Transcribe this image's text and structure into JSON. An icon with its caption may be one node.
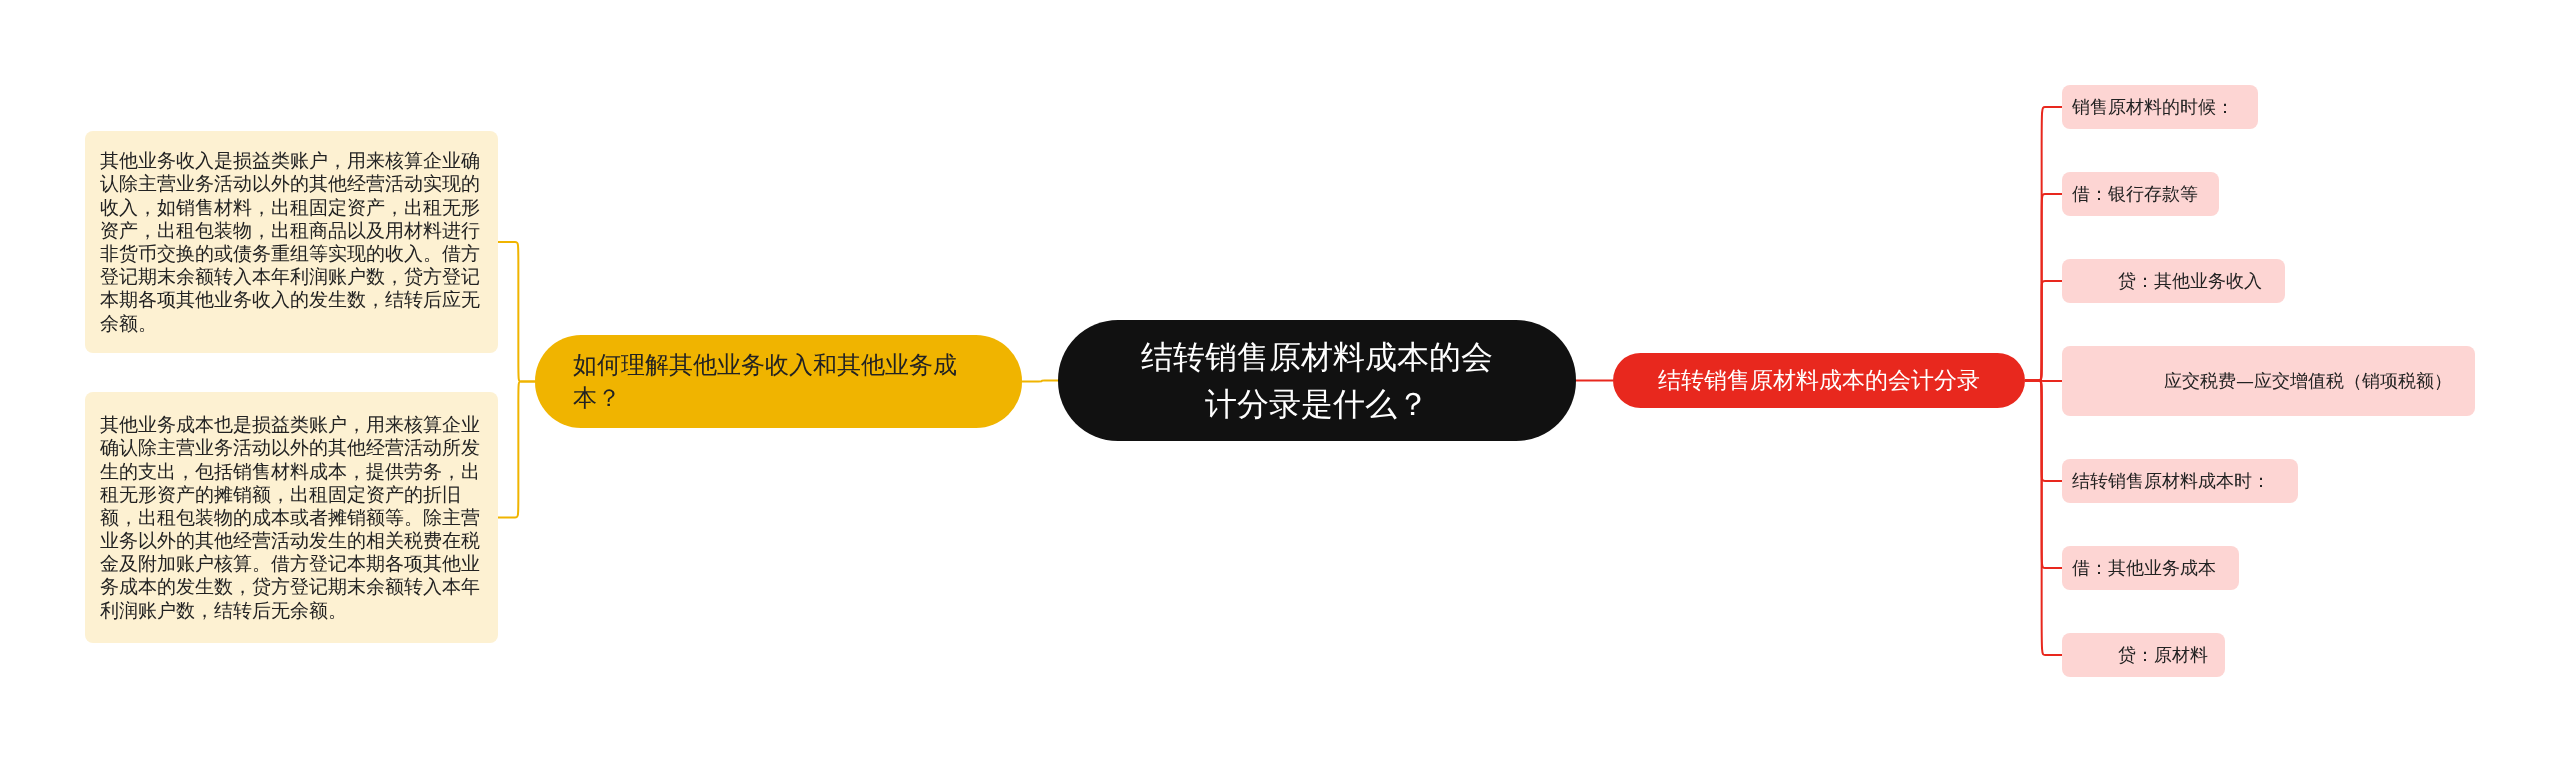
{
  "diagram": {
    "nodes": [
      {
        "text": [
          "结转销售原材料成本的会计分录是什么？"
        ]
      },
      {
        "text": [
          "如何理解其他业务收入和其他业务成本？"
        ]
      },
      {
        "text": [
          "其他业务收入是损益类账户，用来核算企业确认除主营业务活动以外的其他经营活动实现的收入，如销售材料，出租固定资产，出租无形资产，出租包装物，出租商品以及用材料进行非货币交换的或债务重组等实现的收入。借方登记期末余额转入本年利润账户数，贷方登记本期各项其他业务收入的发生数，结转后应无余额。"
        ]
      },
      {
        "text": [
          "其他业务成本也是损益类账户，用来核算企业确认除主营业务活动以外的其他经营活动所发生的支出，包括销售材料成本，提供劳务，出租无形资产的摊销额，出租固定资产的折旧额，出租包装物的成本或者摊销额等。除主营业务以外的其他经营活动发生的相关税费在税金及附加账户核算。借方登记本期各项其他业务成本的发生数，贷方登记期末余额转入本年利润账户数，结转后无余额。"
        ]
      },
      {
        "text": [
          "结转销售原材料成本的会计分录"
        ]
      },
      {
        "text": [
          "销售原材料的时候："
        ]
      },
      {
        "text": [
          "借：银行存款等"
        ]
      },
      {
        "text": [
          "贷：其他业务收入"
        ]
      },
      {
        "text": [
          "应交税费—应交增值税（销项税额）"
        ]
      },
      {
        "text": [
          "结转销售原材料成本时："
        ]
      },
      {
        "text": [
          "借：其他业务成本"
        ]
      },
      {
        "text": [
          "贷：原材料"
        ]
      }
    ],
    "edges": [
      {
        "from": 0,
        "to": 1,
        "arrow": "none",
        "color": "#f0b400"
      },
      {
        "from": 1,
        "to": 2,
        "arrow": "none",
        "color": "#f0b400"
      },
      {
        "from": 1,
        "to": 3,
        "arrow": "none",
        "color": "#f0b400"
      },
      {
        "from": 0,
        "to": 4,
        "arrow": "none"
      },
      {
        "from": 4,
        "to": 5,
        "arrow": "none"
      },
      {
        "from": 4,
        "to": 6,
        "arrow": "none"
      },
      {
        "from": 4,
        "to": 7,
        "arrow": "none"
      },
      {
        "from": 4,
        "to": 8,
        "arrow": "none"
      },
      {
        "from": 4,
        "to": 9,
        "arrow": "none"
      },
      {
        "from": 4,
        "to": 10,
        "arrow": "none"
      },
      {
        "from": 4,
        "to": 11,
        "arrow": "none"
      }
    ]
  }
}
